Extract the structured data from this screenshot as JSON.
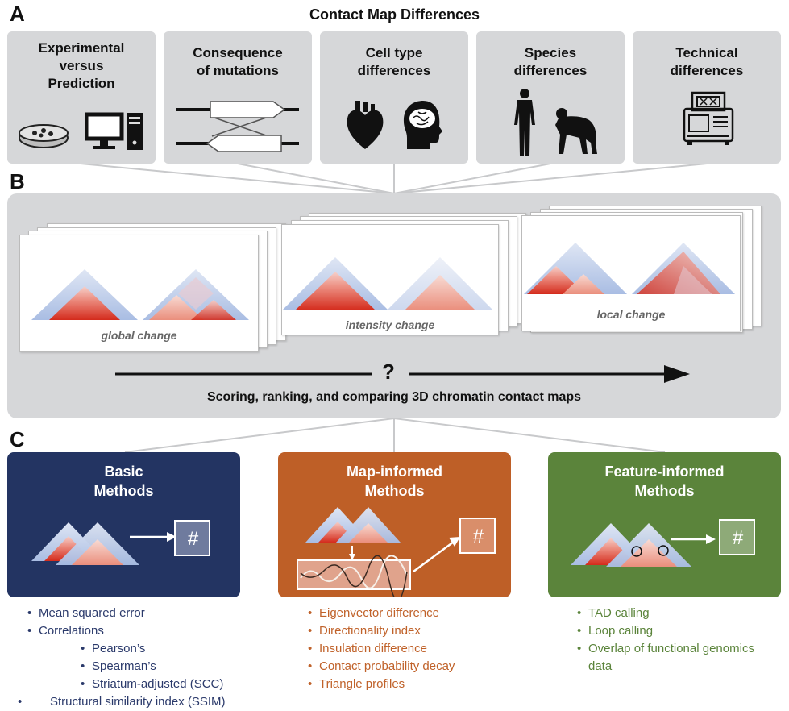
{
  "panels": {
    "a": "A",
    "b": "B",
    "c": "C"
  },
  "title": "Contact Map Differences",
  "categories": [
    {
      "line1": "Experimental",
      "line2": "versus",
      "line3": "Prediction"
    },
    {
      "line1": "Consequence",
      "line2": "of mutations"
    },
    {
      "line1": "Cell type",
      "line2": "differences"
    },
    {
      "line1": "Species",
      "line2": "differences"
    },
    {
      "line1": "Technical",
      "line2": "differences"
    }
  ],
  "maps": {
    "global": "global change",
    "intensity": "intensity change",
    "local": "local change"
  },
  "question": "?",
  "b_caption": "Scoring, ranking, and comparing 3D chromatin contact maps",
  "methods": {
    "basic": {
      "line1": "Basic",
      "line2": "Methods",
      "symbol": "#",
      "color": "#233462",
      "items": [
        "Mean squared error",
        "Correlations"
      ],
      "subitems": [
        "Pearson’s",
        "Spearman’s",
        "Striatum-adjusted (SCC)"
      ],
      "last": "Structural similarity index (SSIM)"
    },
    "map": {
      "line1": "Map-informed",
      "line2": "Methods",
      "symbol": "#",
      "color": "#be5f27",
      "items": [
        "Eigenvector difference",
        "Directionality index",
        "Insulation difference",
        "Contact probability decay",
        "Triangle profiles"
      ]
    },
    "feature": {
      "line1": "Feature-informed",
      "line2": "Methods",
      "symbol": "#",
      "color": "#5b843b",
      "items": [
        "TAD calling",
        "Loop calling",
        "Overlap of functional genomics"
      ],
      "continuation": "data"
    }
  },
  "colors": {
    "basic_text": "#2b3a6b",
    "map_text": "#c0622a",
    "feature_text": "#5b843b"
  }
}
